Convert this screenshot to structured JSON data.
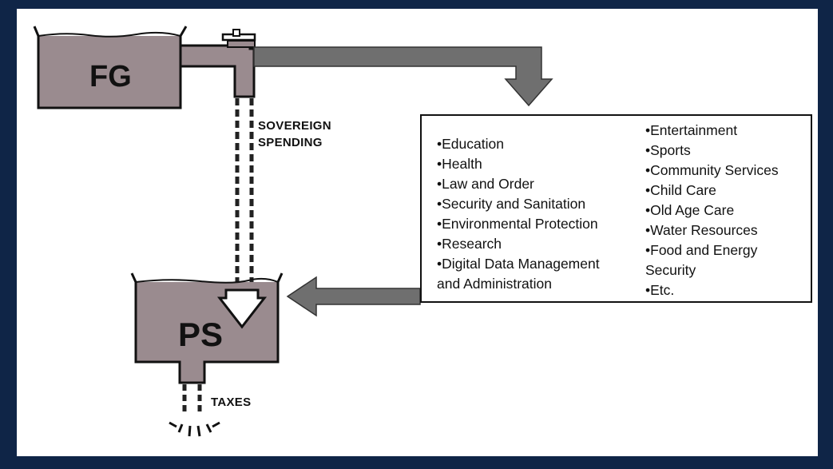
{
  "tanks": {
    "top_label": "FG",
    "bottom_label": "PS"
  },
  "flow_labels": {
    "spending_line1": "SOVEREIGN",
    "spending_line2": "SPENDING",
    "taxes": "TAXES"
  },
  "spending_list": {
    "left_column": [
      "•Education",
      "•Health",
      "•Law and Order",
      "•Security and Sanitation",
      "•Environmental Protection",
      "•Research",
      "•Digital Data Management",
      "and Administration"
    ],
    "right_column": [
      "•Entertainment",
      "•Sports",
      "•Community Services",
      "•Child Care",
      "•Old Age Care",
      "•Water Resources",
      "•Food and Energy",
      "Security",
      "•Etc."
    ]
  },
  "colors": {
    "background": "#0f2547",
    "tank_fill": "#9a8b8f",
    "arrow_fill": "#6f6f6f",
    "outline": "#111111"
  }
}
